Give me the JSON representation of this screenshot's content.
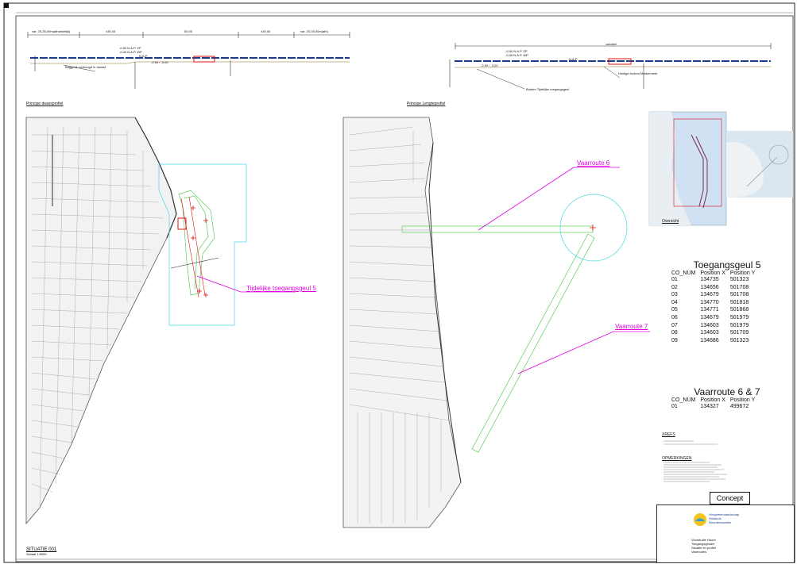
{
  "sheet": {
    "cross_section": {
      "label": "Principe dwarsprofiel",
      "dims": [
        "var. 25-35,00m(afhankelijk)",
        "±30,00",
        "50,00",
        "±30,00",
        "var. 25-35,00m(afh)"
      ],
      "levels": [
        "-0,50 N.A.P. ZP",
        "-0,40 N.A.P. WP"
      ],
      "nap": "N.A.P.",
      "depth": "-2,50 / -3,00",
      "bed_note": "Baggerd, verhoogd in dwarsf"
    },
    "long_section": {
      "label": "Principe Lengteprofiel",
      "dim": "variabel",
      "levels": [
        "-0,50 N.A.P. ZP",
        "-0,40 N.A.P. WP"
      ],
      "nap": "N.A.P.",
      "depth": "-2,50 / -3,00",
      "notes": [
        "Huidige bodem Markermeer",
        "Bodem Tijdelijke toegangsgeul"
      ]
    },
    "callouts": {
      "toegangsgeul": "Tijdelijke toegangsgeul 5",
      "vaarroute6": "Vaarroute 6",
      "vaarroute7": "Vaarroute 7"
    },
    "overview_label": "Overzicht",
    "table_toegangsgeul": {
      "title": "Toegangsgeul 5",
      "headers": [
        "CO_NUM",
        "Position X",
        "Position Y"
      ],
      "rows": [
        [
          "01",
          "134735",
          "501323"
        ],
        [
          "02",
          "134656",
          "501708"
        ],
        [
          "03",
          "134679",
          "501708"
        ],
        [
          "04",
          "134770",
          "501818"
        ],
        [
          "05",
          "134771",
          "501868"
        ],
        [
          "06",
          "134679",
          "501979"
        ],
        [
          "07",
          "134603",
          "501979"
        ],
        [
          "08",
          "134603",
          "501709"
        ],
        [
          "09",
          "134686",
          "501323"
        ]
      ]
    },
    "table_vaarroute": {
      "title": "Vaarroute 6 & 7",
      "headers": [
        "CO_NUM",
        "Position X",
        "Position Y"
      ],
      "rows": [
        [
          "01",
          "134327",
          "499672"
        ]
      ]
    },
    "xrefs_title": "XREFS",
    "opmerkingen_title": "OPMERKINGEN",
    "concept": "Concept",
    "situatie": "SITUATIE 001",
    "situatie_sub": "Schaal 1:5000",
    "titleblock": {
      "org_lines": [
        "Hoogheemraadschap",
        "Hollands",
        "Noorderkwartier"
      ],
      "project_lines": [
        "Voorstudie Hoorn",
        "Toegangsgeulen",
        "Situatie en profiel",
        "Vaarroutes"
      ]
    },
    "colors": {
      "magenta": "#e000e0",
      "cyan": "#44d8e0",
      "green": "#5acd5a",
      "red": "#e01010",
      "water_line": "#1a3a8a"
    }
  }
}
